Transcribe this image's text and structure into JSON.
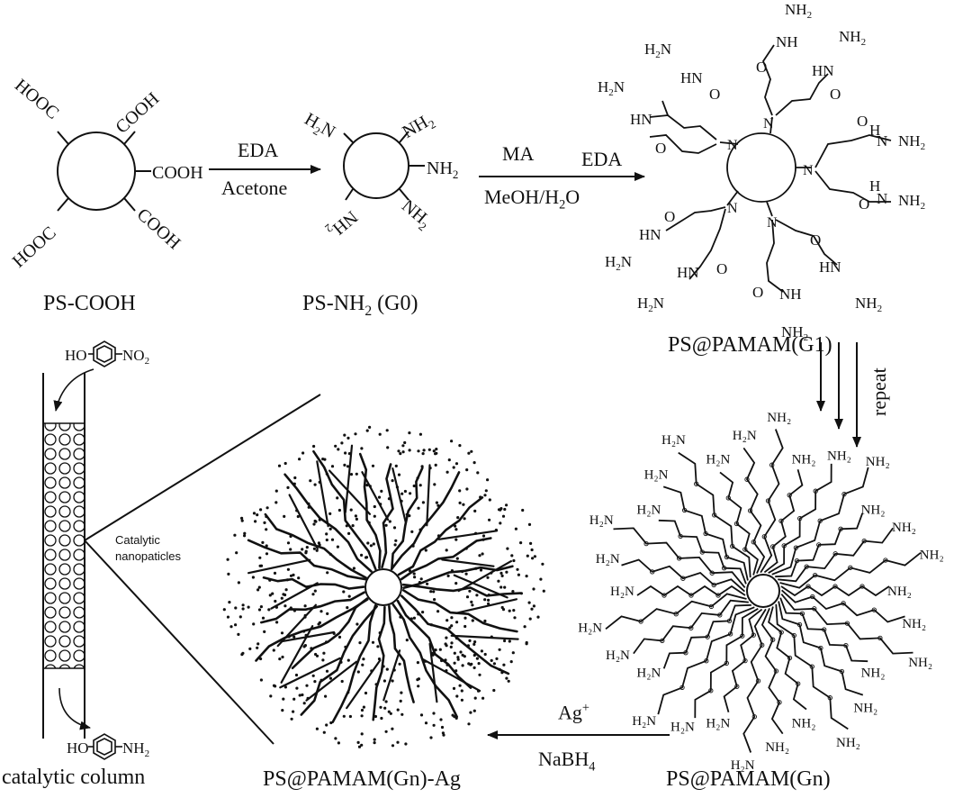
{
  "diagram": {
    "ps_cooh": {
      "label": "PS-COOH",
      "groups": [
        "HOOC",
        "COOH",
        "COOH",
        "HOOC",
        "COOH"
      ]
    },
    "step1": {
      "reagent_top": "EDA",
      "reagent_bottom": "Acetone"
    },
    "ps_nh2": {
      "label_main": "PS-NH",
      "label_sub": "2",
      "label_tail": " (G0)",
      "groups": [
        "H2N",
        "NH2",
        "NH2",
        "NH2",
        "NH2"
      ]
    },
    "step2": {
      "reagent_top_1": "MA",
      "reagent_top_2": "EDA",
      "reagent_bottom": "MeOH/H2O"
    },
    "g1": {
      "label": "PS@PAMAM(G1)"
    },
    "step3": {
      "label": "repeat"
    },
    "gn": {
      "label": "PS@PAMAM(Gn)"
    },
    "step4": {
      "reagent_top": "Ag+",
      "reagent_bottom": "NaBH4"
    },
    "gn_ag": {
      "label": "PS@PAMAM(Gn)-Ag"
    },
    "column": {
      "label": "catalytic column",
      "note_line1": "Catalytic",
      "note_line2": "nanopaticles",
      "reactant": {
        "left": "HO",
        "right": "NO2"
      },
      "product": {
        "left": "HO",
        "right": "NH2"
      }
    }
  }
}
